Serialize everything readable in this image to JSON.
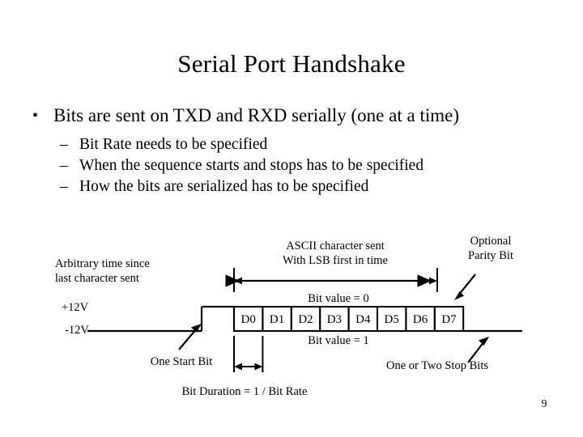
{
  "slide": {
    "title": "Serial Port Handshake",
    "page_number": "9",
    "bullets": [
      {
        "marker": "•",
        "text": "Bits are sent on TXD and RXD serially (one at a time)"
      }
    ],
    "sub_bullets": [
      {
        "marker": "–",
        "text": "Bit Rate needs to be specified"
      },
      {
        "marker": "–",
        "text": "When the sequence starts and stops has to be specified"
      },
      {
        "marker": "–",
        "text": "How the bits are serialized has to be specified"
      }
    ]
  },
  "diagram": {
    "labels": {
      "arbitrary_time_line1": "Arbitrary time since",
      "arbitrary_time_line2": "last character sent",
      "ascii_line1": "ASCII character sent",
      "ascii_line2": "With LSB first in time",
      "optional_line1": "Optional",
      "optional_line2": "Parity Bit",
      "volt_high": "+12V",
      "volt_low": "-12V",
      "bit_value_high": "Bit value = 0",
      "bit_value_low": "Bit value = 1",
      "one_start_bit": "One Start Bit",
      "stop_bits": "One or Two Stop Bits",
      "bit_duration": "Bit Duration = 1 / Bit Rate"
    },
    "bit_cells": [
      "D0",
      "D1",
      "D2",
      "D3",
      "D4",
      "D5",
      "D6",
      "D7"
    ],
    "colors": {
      "line": "#000000",
      "background": "#ffffff",
      "text": "#000000"
    }
  }
}
